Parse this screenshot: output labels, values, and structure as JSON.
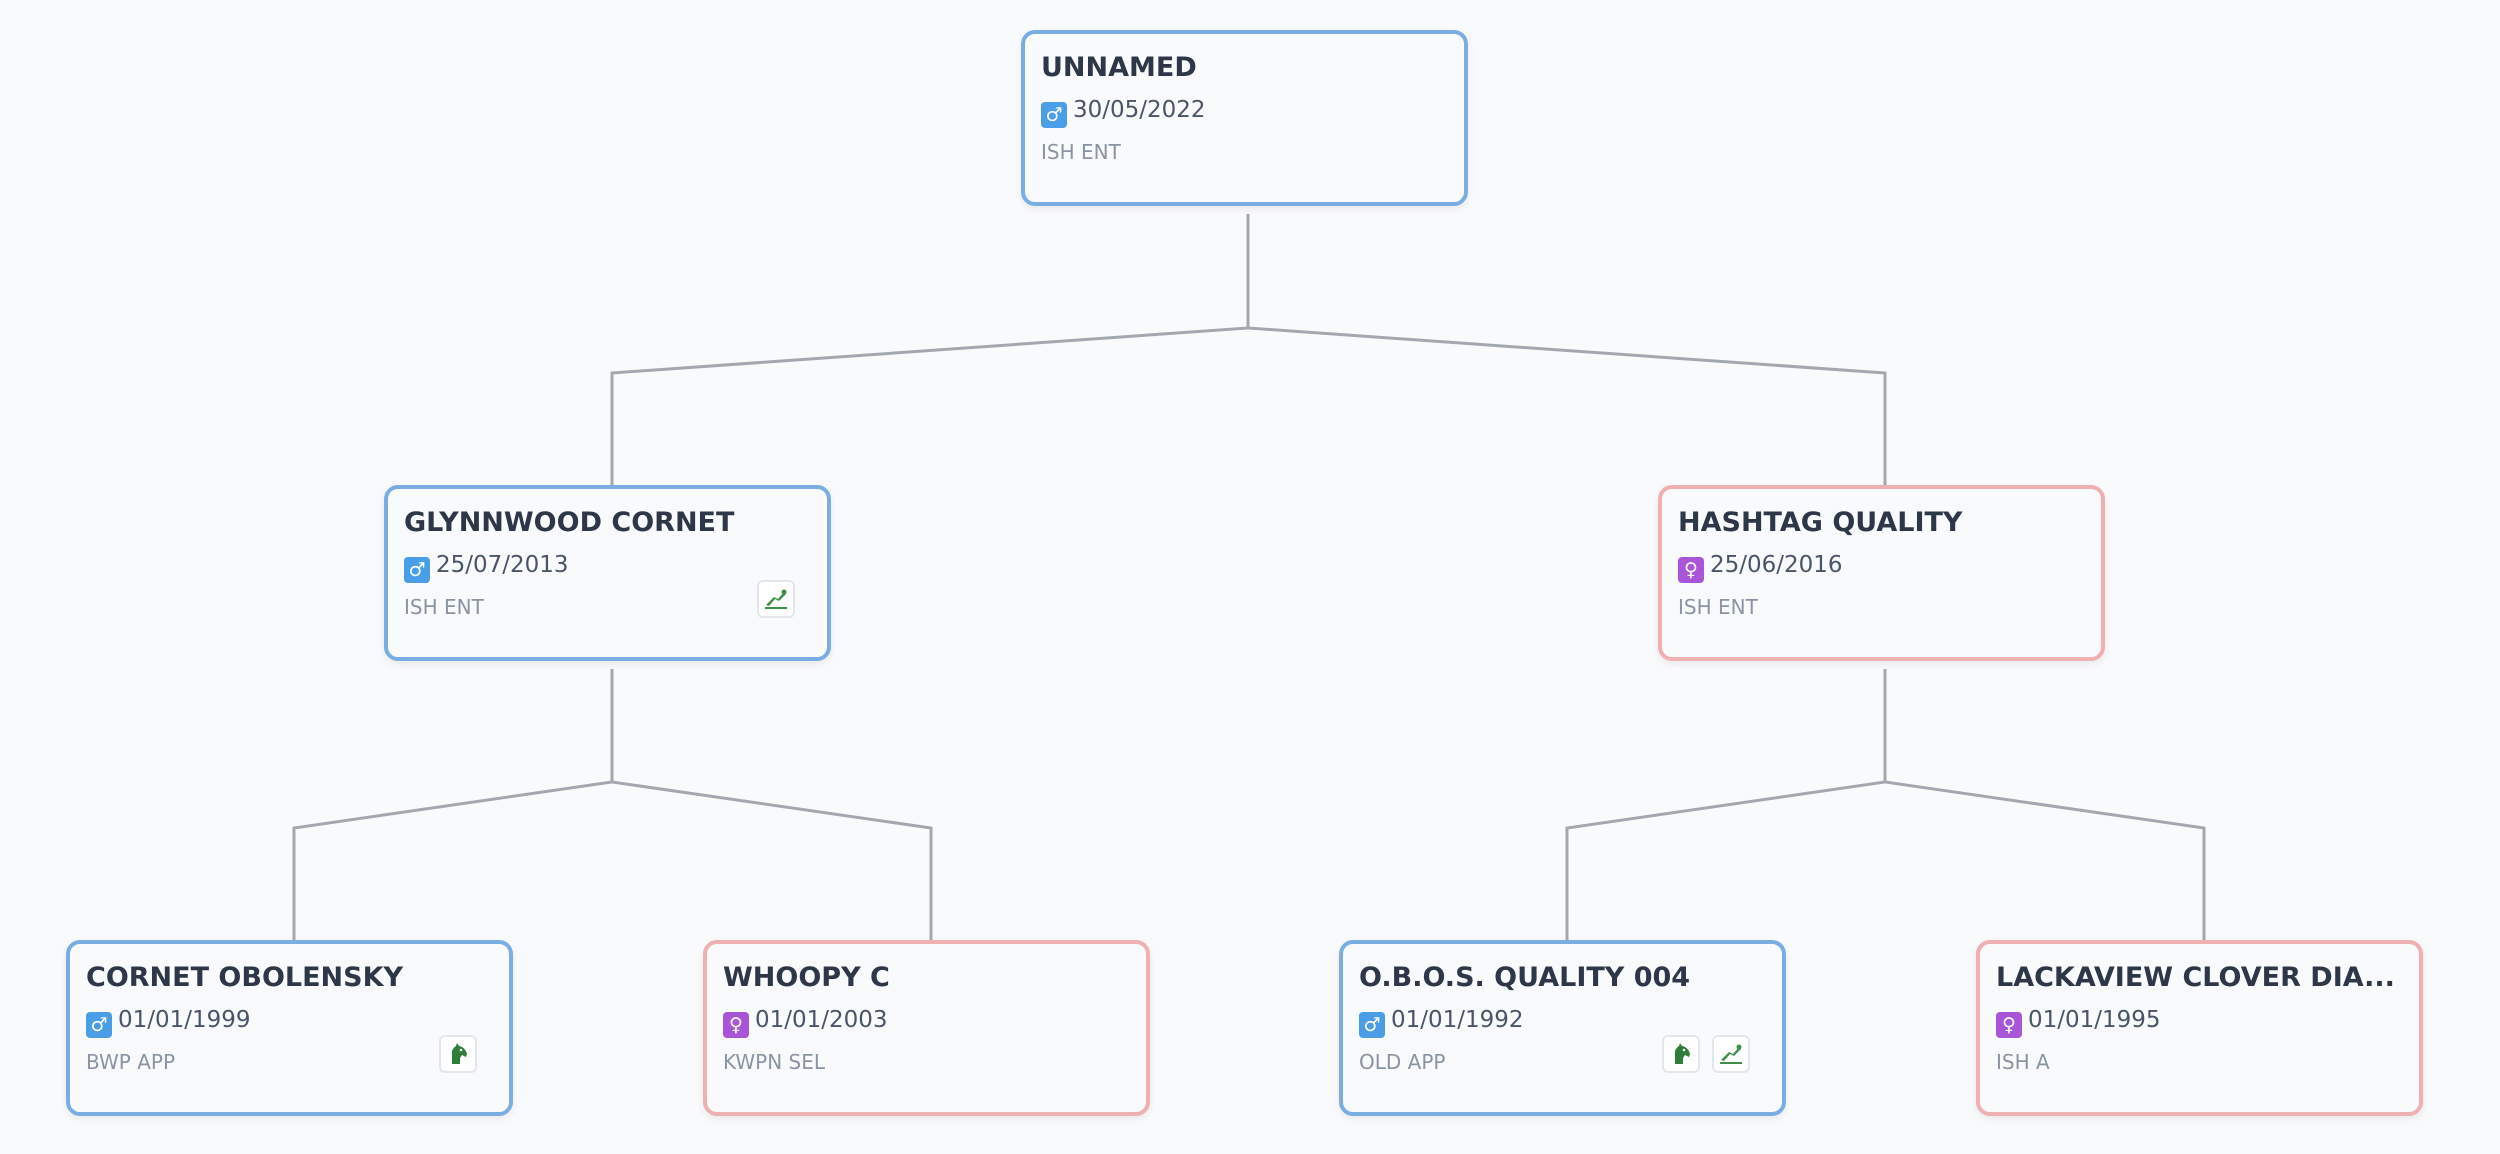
{
  "nodes": {
    "root": {
      "name": "UNNAMED",
      "sex_symbol": "♂",
      "dob": "30/05/2022",
      "breed": "ISH ENT"
    },
    "sire": {
      "name": "GLYNNWOOD CORNET",
      "sex_symbol": "♂",
      "dob": "25/07/2013",
      "breed": "ISH ENT"
    },
    "dam": {
      "name": "HASHTAG QUALITY",
      "sex_symbol": "♀",
      "dob": "25/06/2016",
      "breed": "ISH ENT"
    },
    "sire_sire": {
      "name": "CORNET OBOLENSKY",
      "sex_symbol": "♂",
      "dob": "01/01/1999",
      "breed": "BWP APP"
    },
    "sire_dam": {
      "name": "WHOOPY C",
      "sex_symbol": "♀",
      "dob": "01/01/2003",
      "breed": "KWPN SEL"
    },
    "dam_sire": {
      "name": "O.B.O.S. QUALITY 004",
      "sex_symbol": "♂",
      "dob": "01/01/1992",
      "breed": "OLD APP"
    },
    "dam_dam": {
      "name": "LACKAVIEW CLOVER DIA...",
      "sex_symbol": "♀",
      "dob": "01/01/1995",
      "breed": "ISH A",
      "extra_icon": "🍀"
    }
  },
  "icons": {
    "sire": [
      "show-jumping-icon"
    ],
    "sire_sire": [
      "horse-head-icon"
    ],
    "dam_sire": [
      "horse-head-icon",
      "show-jumping-icon"
    ],
    "dam_dam": [
      "four-leaf-clover-icon"
    ]
  },
  "colors": {
    "male_border": "#7aaee3",
    "female_border": "#eeb0b0",
    "male_symbol": "#4a9ee8",
    "female_symbol": "#a855d8",
    "connector": "#a3a8ae",
    "background": "#f9fafc"
  }
}
